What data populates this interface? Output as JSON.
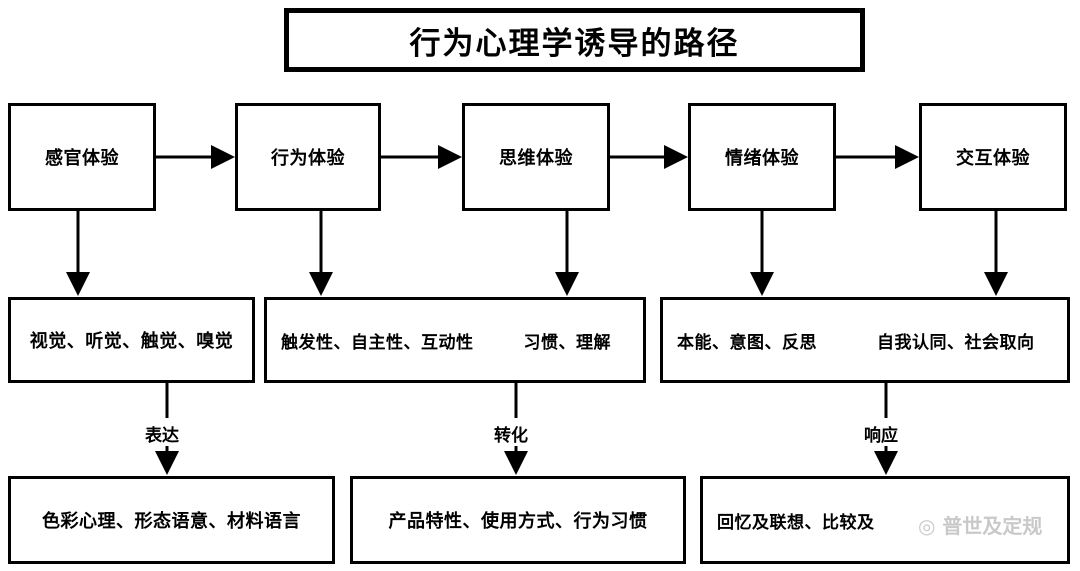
{
  "title": "行为心理学诱导的路径",
  "experiences": [
    "感官体验",
    "行为体验",
    "思维体验",
    "情绪体验",
    "交互体验"
  ],
  "middle": {
    "left": "视觉、听觉、触觉、嗅觉",
    "center_a": "触发性、自主性、互动性",
    "center_b": "习惯、理解",
    "right_a": "本能、意图、反思",
    "right_b": "自我认同、社会取向"
  },
  "labels": {
    "left": "表达",
    "center": "转化",
    "right": "响应"
  },
  "bottom": {
    "left": "色彩心理、形态语意、材料语言",
    "center": "产品特性、使用方式、行为习惯",
    "right": "回忆及联想、比较及"
  },
  "watermark": "普世及定规"
}
